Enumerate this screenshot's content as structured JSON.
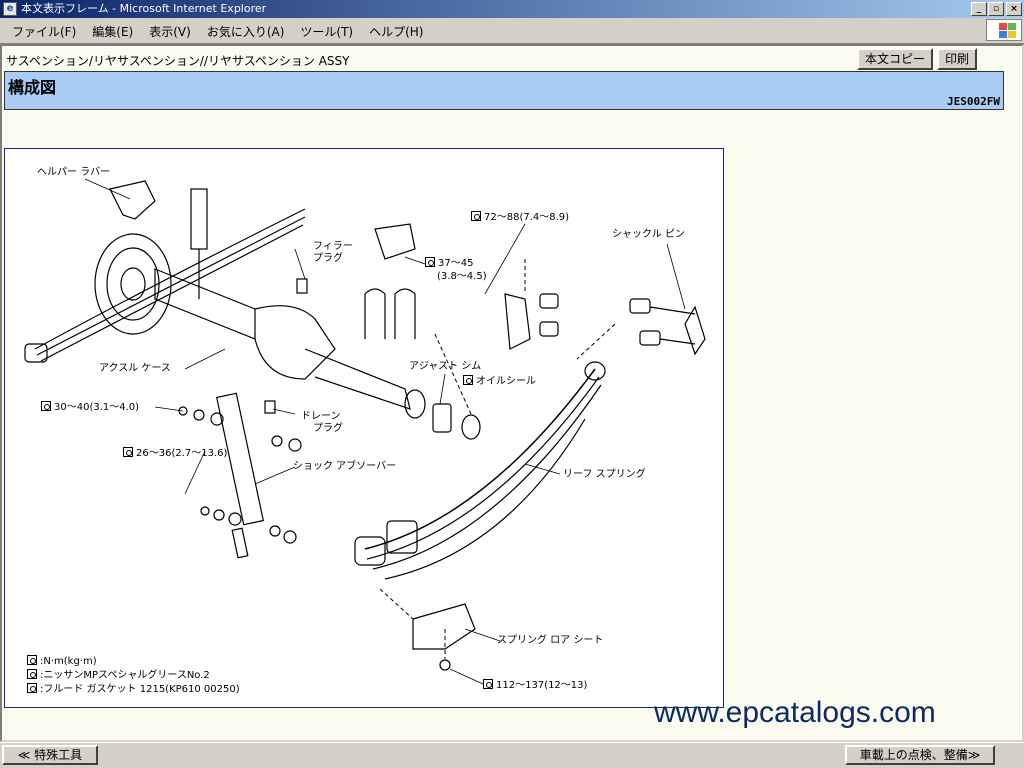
{
  "window": {
    "title": "本文表示フレーム - Microsoft Internet Explorer",
    "controls": {
      "minimize": "_",
      "maximize": "▫",
      "close": "×"
    }
  },
  "menu": [
    {
      "label": "ファイル(F)"
    },
    {
      "label": "編集(E)"
    },
    {
      "label": "表示(V)"
    },
    {
      "label": "お気に入り(A)"
    },
    {
      "label": "ツール(T)"
    },
    {
      "label": "ヘルプ(H)"
    }
  ],
  "page": {
    "breadcrumb": "サスペンション/リヤサスペンション//リヤサスペンション ASSY",
    "copy_button": "本文コピー",
    "print_button": "印刷",
    "section_title": "構成図",
    "doc_code": "JES002FW"
  },
  "diagram": {
    "labels": {
      "helper_rubber": "ヘルパー ラバー",
      "filler_plug_1": "フィラー",
      "filler_plug_2": "プラグ",
      "torque_37": "37〜45",
      "torque_37b": "(3.8〜4.5)",
      "torque_72": "72〜88(7.4〜8.9)",
      "shackle_pin": "シャックル ピン",
      "axle_case": "アクスル ケース",
      "adjust_shim": "アジャスト シム",
      "oil_seal": "オイルシール",
      "torque_30": "30〜40(3.1〜4.0)",
      "drain_plug_1": "ドレーン",
      "drain_plug_2": "プラグ",
      "torque_26": "26〜36(2.7〜13.6)",
      "shock_absorber": "ショック アブソーバー",
      "leaf_spring": "リーフ スプリング",
      "spring_lower_seat": "スプリング ロア シート",
      "torque_112": "112〜137(12〜13)"
    },
    "legend": [
      {
        "icon": "torque-wrench-icon",
        "text": ":N·m(kg·m)"
      },
      {
        "icon": "grease-icon",
        "text": ":ニッサンMPスペシャルグリースNo.2"
      },
      {
        "icon": "gasket-icon",
        "text": ":フルード ガスケット 1215(KP610 00250)"
      }
    ]
  },
  "watermark": "www.epcatalogs.com",
  "bottom_nav": {
    "prev": "≪ 特殊工具",
    "next": "車載上の点検、整備≫"
  }
}
